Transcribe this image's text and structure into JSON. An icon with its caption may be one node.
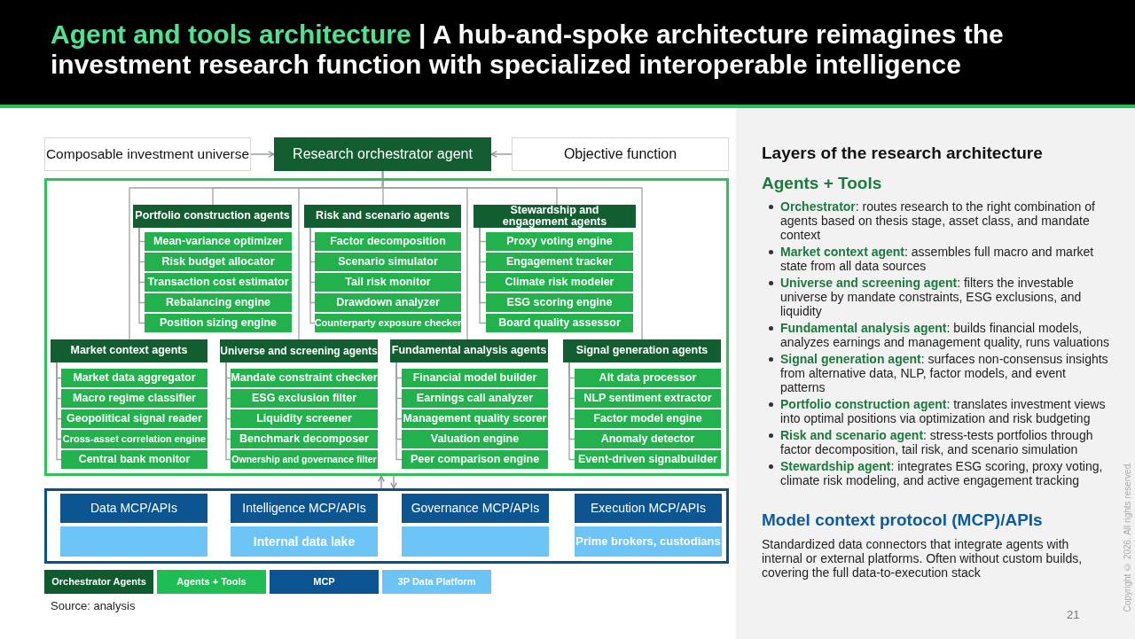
{
  "diagram": {
    "title": "Agent and tools architecture | A hub-and-spoke architecture reimagines the investment research function with specialized interoperable intelligence",
    "nodes": [
      {
        "text": [
          "Composable investment universe"
        ]
      },
      {
        "text": [
          "Research orchestrator agent"
        ]
      },
      {
        "text": [
          "Objective function"
        ]
      },
      {
        "text": [],
        "shape": "box"
      },
      {
        "text": [
          "Portfolio construction agents"
        ],
        "in": 3
      },
      {
        "text": [
          "Mean-variance optimizer"
        ],
        "in": 3
      },
      {
        "text": [
          "Risk budget allocator"
        ],
        "in": 3
      },
      {
        "text": [
          "Transaction cost estimator"
        ],
        "in": 3
      },
      {
        "text": [
          "Rebalancing engine"
        ],
        "in": 3
      },
      {
        "text": [
          "Position sizing engine"
        ],
        "in": 3
      },
      {
        "text": [
          "Risk and scenario agents"
        ],
        "in": 3
      },
      {
        "text": [
          "Factor decomposition"
        ],
        "in": 3
      },
      {
        "text": [
          "Scenario simulator"
        ],
        "in": 3
      },
      {
        "text": [
          "Tail risk monitor"
        ],
        "in": 3
      },
      {
        "text": [
          "Drawdown analyzer"
        ],
        "in": 3
      },
      {
        "text": [
          "Counterparty exposure checker"
        ],
        "in": 3
      },
      {
        "text": [
          "Stewardship and engagement agents"
        ],
        "in": 3
      },
      {
        "text": [
          "Proxy voting engine"
        ],
        "in": 3
      },
      {
        "text": [
          "Engagement tracker"
        ],
        "in": 3
      },
      {
        "text": [
          "Climate risk modeler"
        ],
        "in": 3
      },
      {
        "text": [
          "ESG scoring engine"
        ],
        "in": 3
      },
      {
        "text": [
          "Board quality assessor"
        ],
        "in": 3
      },
      {
        "text": [
          "Market context agents"
        ],
        "in": 3
      },
      {
        "text": [
          "Market data aggregator"
        ],
        "in": 3
      },
      {
        "text": [
          "Macro regime classifier"
        ],
        "in": 3
      },
      {
        "text": [
          "Geopolitical signal reader"
        ],
        "in": 3
      },
      {
        "text": [
          "Cross-asset correlation engine"
        ],
        "in": 3
      },
      {
        "text": [
          "Central bank monitor"
        ],
        "in": 3
      },
      {
        "text": [
          "Universe and screening agents"
        ],
        "in": 3
      },
      {
        "text": [
          "Mandate constraint checker"
        ],
        "in": 3
      },
      {
        "text": [
          "ESG exclusion filter"
        ],
        "in": 3
      },
      {
        "text": [
          "Liquidity screener"
        ],
        "in": 3
      },
      {
        "text": [
          "Benchmark decomposer"
        ],
        "in": 3
      },
      {
        "text": [
          "Ownership and governance filter"
        ],
        "in": 3
      },
      {
        "text": [
          "Fundamental analysis agents"
        ],
        "in": 3
      },
      {
        "text": [
          "Financial model builder"
        ],
        "in": 3
      },
      {
        "text": [
          "Earnings call analyzer"
        ],
        "in": 3
      },
      {
        "text": [
          "Management quality scorer"
        ],
        "in": 3
      },
      {
        "text": [
          "Valuation engine"
        ],
        "in": 3
      },
      {
        "text": [
          "Peer comparison engine"
        ],
        "in": 3
      },
      {
        "text": [
          "Signal generation agents"
        ],
        "in": 3
      },
      {
        "text": [
          "Alt data processor"
        ],
        "in": 3
      },
      {
        "text": [
          "NLP sentiment extractor"
        ],
        "in": 3
      },
      {
        "text": [
          "Factor model engine"
        ],
        "in": 3
      },
      {
        "text": [
          "Anomaly detector"
        ],
        "in": 3
      },
      {
        "text": [
          "Event-driven signalbuilder"
        ],
        "in": 3
      },
      {
        "text": [],
        "shape": "box"
      },
      {
        "text": [
          "Data MCP/APIs"
        ],
        "in": 46
      },
      {
        "text": [
          "Intelligence MCP/APIs"
        ],
        "in": 46
      },
      {
        "text": [
          "Governance MCP/APIs"
        ],
        "in": 46
      },
      {
        "text": [
          "Execution MCP/APIs"
        ],
        "in": 46
      },
      {
        "text": [],
        "shape": "box",
        "in": 46
      },
      {
        "text": [
          "Internal data lake"
        ],
        "in": 46
      },
      {
        "text": [],
        "shape": "box",
        "in": 46
      },
      {
        "text": [
          "Prime brokers, custodians"
        ],
        "in": 46
      }
    ],
    "edges": [
      {
        "from": 0,
        "to": 1,
        "arrow": "to"
      },
      {
        "from": 2,
        "to": 1,
        "arrow": "to"
      },
      {
        "from": 1,
        "to": 4,
        "arrow": "none"
      },
      {
        "from": 1,
        "to": 10,
        "arrow": "none"
      },
      {
        "from": 1,
        "to": 16,
        "arrow": "none"
      },
      {
        "from": 1,
        "to": 22,
        "arrow": "none"
      },
      {
        "from": 1,
        "to": 28,
        "arrow": "none"
      },
      {
        "from": 1,
        "to": 34,
        "arrow": "none"
      },
      {
        "from": 1,
        "to": 40,
        "arrow": "none"
      },
      {
        "from": 4,
        "to": 5,
        "arrow": "none"
      },
      {
        "from": 4,
        "to": 6,
        "arrow": "none"
      },
      {
        "from": 4,
        "to": 7,
        "arrow": "none"
      },
      {
        "from": 4,
        "to": 8,
        "arrow": "none"
      },
      {
        "from": 4,
        "to": 9,
        "arrow": "none"
      },
      {
        "from": 10,
        "to": 11,
        "arrow": "none"
      },
      {
        "from": 10,
        "to": 12,
        "arrow": "none"
      },
      {
        "from": 10,
        "to": 13,
        "arrow": "none"
      },
      {
        "from": 10,
        "to": 14,
        "arrow": "none"
      },
      {
        "from": 10,
        "to": 15,
        "arrow": "none"
      },
      {
        "from": 16,
        "to": 17,
        "arrow": "none"
      },
      {
        "from": 16,
        "to": 18,
        "arrow": "none"
      },
      {
        "from": 16,
        "to": 19,
        "arrow": "none"
      },
      {
        "from": 16,
        "to": 20,
        "arrow": "none"
      },
      {
        "from": 16,
        "to": 21,
        "arrow": "none"
      },
      {
        "from": 22,
        "to": 23,
        "arrow": "none"
      },
      {
        "from": 22,
        "to": 24,
        "arrow": "none"
      },
      {
        "from": 22,
        "to": 25,
        "arrow": "none"
      },
      {
        "from": 22,
        "to": 26,
        "arrow": "none"
      },
      {
        "from": 22,
        "to": 27,
        "arrow": "none"
      },
      {
        "from": 28,
        "to": 29,
        "arrow": "none"
      },
      {
        "from": 28,
        "to": 30,
        "arrow": "none"
      },
      {
        "from": 28,
        "to": 31,
        "arrow": "none"
      },
      {
        "from": 28,
        "to": 32,
        "arrow": "none"
      },
      {
        "from": 28,
        "to": 33,
        "arrow": "none"
      },
      {
        "from": 34,
        "to": 35,
        "arrow": "none"
      },
      {
        "from": 34,
        "to": 36,
        "arrow": "none"
      },
      {
        "from": 34,
        "to": 37,
        "arrow": "none"
      },
      {
        "from": 34,
        "to": 38,
        "arrow": "none"
      },
      {
        "from": 34,
        "to": 39,
        "arrow": "none"
      },
      {
        "from": 40,
        "to": 41,
        "arrow": "none"
      },
      {
        "from": 40,
        "to": 42,
        "arrow": "none"
      },
      {
        "from": 40,
        "to": 43,
        "arrow": "none"
      },
      {
        "from": 40,
        "to": 44,
        "arrow": "none"
      },
      {
        "from": 40,
        "to": 45,
        "arrow": "none"
      },
      {
        "from": 46,
        "to": 3,
        "arrow": "to"
      },
      {
        "from": 3,
        "to": 46,
        "arrow": "to"
      }
    ],
    "labels": [
      "Layers of the research architecture",
      "Agents + Tools",
      "**Orchestrator**: routes research to the right combination of agents based on thesis stage, asset class, and mandate context",
      "**Market context agent**: assembles full macro and market state from all data sources",
      "**Universe and screening agent**: filters the investable universe by mandate constraints, ESG exclusions, and liquidity",
      "**Fundamental analysis agent**: builds financial models, analyzes earnings and management quality, runs valuations",
      "**Signal generation agent**: surfaces non-consensus insights from alternative data, NLP, factor models, and event patterns",
      "**Portfolio construction agent**: translates investment views into optimal positions via optimization and risk budgeting",
      "**Risk and scenario agent**: stress-tests portfolios through factor decomposition, tail risk, and scenario simulation",
      "**Stewardship agent**: integrates ESG scoring, proxy voting, climate risk modeling, and active engagement tracking",
      "Model context protocol (MCP)/APIs",
      "Standardized data connectors that integrate agents with internal or external platforms. Often without custom builds, covering the full data-to-execution stack",
      "Source: analysis",
      "21",
      "Copyright © 2026. All rights reserved."
    ],
    "legend": [
      {
        "text": "Orchestrator Agents",
        "color": "#0f5b2e"
      },
      {
        "text": "Agents + Tools",
        "color": "#1fbe55"
      },
      {
        "text": "MCP",
        "color": "#0b5391"
      },
      {
        "text": "3P Data Platform",
        "color": "#6cc3f5"
      }
    ]
  }
}
